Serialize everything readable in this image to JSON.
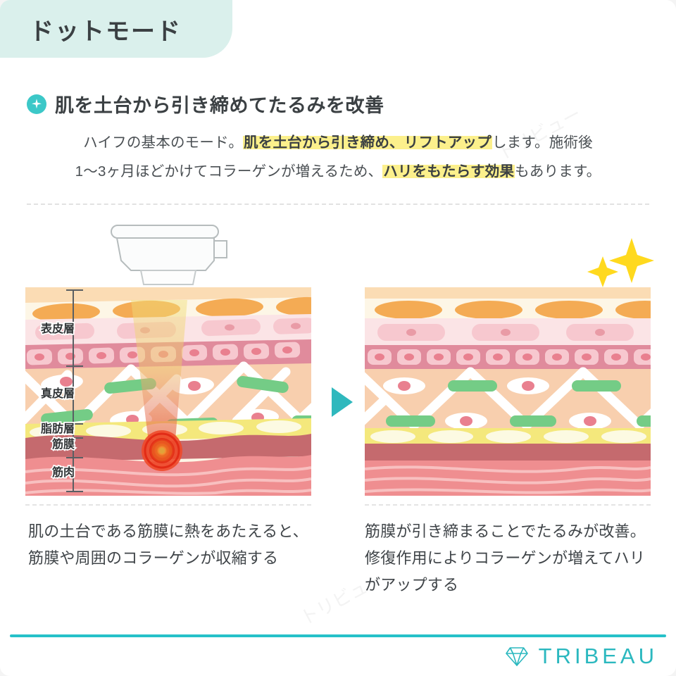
{
  "header": {
    "tab_title": "ドットモード",
    "tab_bg": "#daf0ec"
  },
  "heading": {
    "badge_icon": "sparkle-star-icon",
    "badge_color": "#3cc8c8",
    "text": "肌を土台から引き締めてたるみを改善"
  },
  "body": {
    "line1_plain_a": "ハイフの基本のモード。",
    "line1_highlight": "肌を土台から引き締め、リフトアップ",
    "line1_plain_b": "します。施術後",
    "line2_plain_a": "1〜3ヶ月ほどかけてコラーゲンが増えるため、",
    "line2_highlight": "ハリをもたらす効果",
    "line2_plain_b": "もあります。",
    "highlight_color": "#fcf08c"
  },
  "diagram": {
    "device_icon": "hifu-handpiece-icon",
    "arrow_icon": "triangle-right-icon",
    "arrow_color": "#2fb8bd",
    "sparkle_icon": "sparkle-stars-icon",
    "sparkle_color": "#ffd91e",
    "focal_point_icon": "focal-target-icon",
    "layer_labels": [
      {
        "name": "epidermis",
        "label": "表皮層"
      },
      {
        "name": "dermis",
        "label": "真皮層"
      },
      {
        "name": "fat",
        "label": "脂肪層"
      },
      {
        "name": "fascia",
        "label": "筋膜"
      },
      {
        "name": "muscle",
        "label": "筋肉"
      }
    ],
    "layer_colors": {
      "surface_top": "#fbdcb4",
      "cream": "#fdf6e6",
      "orange_cell": "#f4ab54",
      "pale_pink": "#fbe4e6",
      "pink_cell": "#f6c3cb",
      "pink_band": "#e08b9c",
      "pink_band_cell": "#f6c3cb",
      "dermis": "#f8cfae",
      "collagen_white": "#ffffff",
      "green_rod": "#74cc86",
      "fat_yellow": "#f4e87c",
      "fat_cell": "#fcfae2",
      "fascia": "#c56a6e",
      "muscle": "#ef8e90",
      "muscle_line": "#f8c0c0"
    }
  },
  "captions": {
    "left": "肌の土台である筋膜に熱をあたえると、筋膜や周囲のコラーゲンが収縮する",
    "right": "筋膜が引き締まることでたるみが改善。修復作用によりコラーゲンが増えてハリがアップする"
  },
  "footer": {
    "rule_color": "#26c1c9",
    "brand_icon": "diamond-icon",
    "brand_name": "TRIBEAU",
    "brand_color": "#2bb8bf"
  },
  "watermarks": [
    "トリビュー",
    "トリビュー",
    "トリビュー",
    "トリビュー"
  ]
}
